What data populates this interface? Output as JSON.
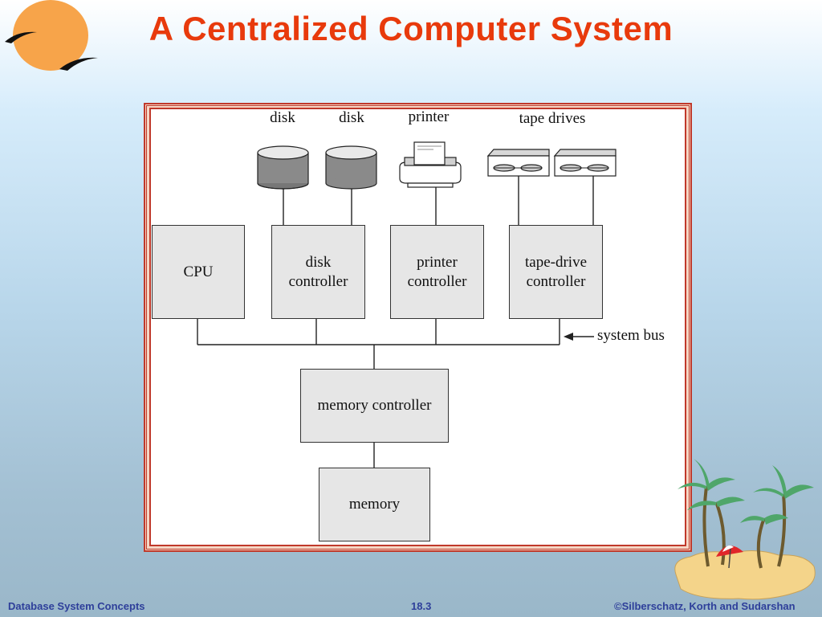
{
  "slide": {
    "title": "A Centralized Computer System"
  },
  "diagram": {
    "device_labels": {
      "disk1": "disk",
      "disk2": "disk",
      "printer": "printer",
      "tape_drives": "tape drives"
    },
    "boxes": {
      "cpu": "CPU",
      "disk_controller": "disk\ncontroller",
      "printer_controller": "printer\ncontroller",
      "tape_drive_controller": "tape-drive\ncontroller",
      "memory_controller": "memory controller",
      "memory": "memory"
    },
    "bus_label": "system bus"
  },
  "footer": {
    "left": "Database System Concepts",
    "center": "18.3",
    "right": "©Silberschatz, Korth and Sudarshan"
  },
  "colors": {
    "title": "#e83a0c",
    "footer": "#2e3f9a",
    "frame": "#c0392b",
    "box_fill": "#e6e6e6",
    "sun": "#f7a44a"
  }
}
